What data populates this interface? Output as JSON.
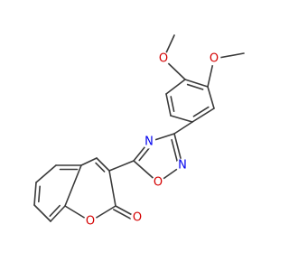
{
  "molecule": {
    "atoms": [
      {
        "id": "m1",
        "symbol": "",
        "role": "methyl (top methoxy)"
      },
      {
        "id": "o1",
        "symbol": "O",
        "color": "#d40000"
      },
      {
        "id": "m2",
        "symbol": "",
        "role": "methyl (right methoxy)"
      },
      {
        "id": "o2",
        "symbol": "O",
        "color": "#d40000"
      },
      {
        "id": "b1",
        "symbol": ""
      },
      {
        "id": "b2",
        "symbol": ""
      },
      {
        "id": "b3",
        "symbol": ""
      },
      {
        "id": "b4",
        "symbol": ""
      },
      {
        "id": "b5",
        "symbol": ""
      },
      {
        "id": "b6",
        "symbol": ""
      },
      {
        "id": "ox_c3",
        "symbol": ""
      },
      {
        "id": "ox_n2",
        "symbol": "N",
        "color": "#0000ee"
      },
      {
        "id": "ox_o1",
        "symbol": "O",
        "color": "#d40000"
      },
      {
        "id": "ox_c5",
        "symbol": ""
      },
      {
        "id": "ox_n4",
        "symbol": "N",
        "color": "#0000ee"
      },
      {
        "id": "c3",
        "symbol": ""
      },
      {
        "id": "c4",
        "symbol": ""
      },
      {
        "id": "c4a",
        "symbol": ""
      },
      {
        "id": "c5",
        "symbol": ""
      },
      {
        "id": "c6",
        "symbol": ""
      },
      {
        "id": "c7",
        "symbol": ""
      },
      {
        "id": "c8",
        "symbol": ""
      },
      {
        "id": "c8a",
        "symbol": ""
      },
      {
        "id": "o_ring",
        "symbol": "O",
        "color": "#d40000"
      },
      {
        "id": "c2",
        "symbol": ""
      },
      {
        "id": "o_carbonyl",
        "symbol": "O",
        "color": "#d40000"
      }
    ],
    "bonds": [
      {
        "a": "m1",
        "b": "o1",
        "order": 1
      },
      {
        "a": "o1",
        "b": "b1",
        "order": 1
      },
      {
        "a": "m2",
        "b": "o2",
        "order": 1
      },
      {
        "a": "o2",
        "b": "b2",
        "order": 1
      },
      {
        "a": "b1",
        "b": "b2",
        "order": 2
      },
      {
        "a": "b2",
        "b": "b3",
        "order": 1
      },
      {
        "a": "b3",
        "b": "b4",
        "order": 2
      },
      {
        "a": "b4",
        "b": "b5",
        "order": 1
      },
      {
        "a": "b5",
        "b": "b6",
        "order": 2
      },
      {
        "a": "b6",
        "b": "b1",
        "order": 1
      },
      {
        "a": "b4",
        "b": "ox_c3",
        "order": 1
      },
      {
        "a": "ox_c3",
        "b": "ox_n2",
        "order": 2
      },
      {
        "a": "ox_n2",
        "b": "ox_o1",
        "order": 1
      },
      {
        "a": "ox_o1",
        "b": "ox_c5",
        "order": 1
      },
      {
        "a": "ox_c5",
        "b": "ox_n4",
        "order": 2
      },
      {
        "a": "ox_n4",
        "b": "ox_c3",
        "order": 1
      },
      {
        "a": "ox_c5",
        "b": "c3",
        "order": 1
      },
      {
        "a": "c3",
        "b": "c4",
        "order": 2
      },
      {
        "a": "c4",
        "b": "c4a",
        "order": 1
      },
      {
        "a": "c4a",
        "b": "c5",
        "order": 2
      },
      {
        "a": "c5",
        "b": "c6",
        "order": 1
      },
      {
        "a": "c6",
        "b": "c7",
        "order": 2
      },
      {
        "a": "c7",
        "b": "c8",
        "order": 1
      },
      {
        "a": "c8",
        "b": "c8a",
        "order": 2
      },
      {
        "a": "c8a",
        "b": "c4a",
        "order": 1
      },
      {
        "a": "c8a",
        "b": "o_ring",
        "order": 1
      },
      {
        "a": "o_ring",
        "b": "c2",
        "order": 1
      },
      {
        "a": "c2",
        "b": "c3",
        "order": 1
      },
      {
        "a": "c2",
        "b": "o_carbonyl",
        "order": 2
      }
    ]
  }
}
